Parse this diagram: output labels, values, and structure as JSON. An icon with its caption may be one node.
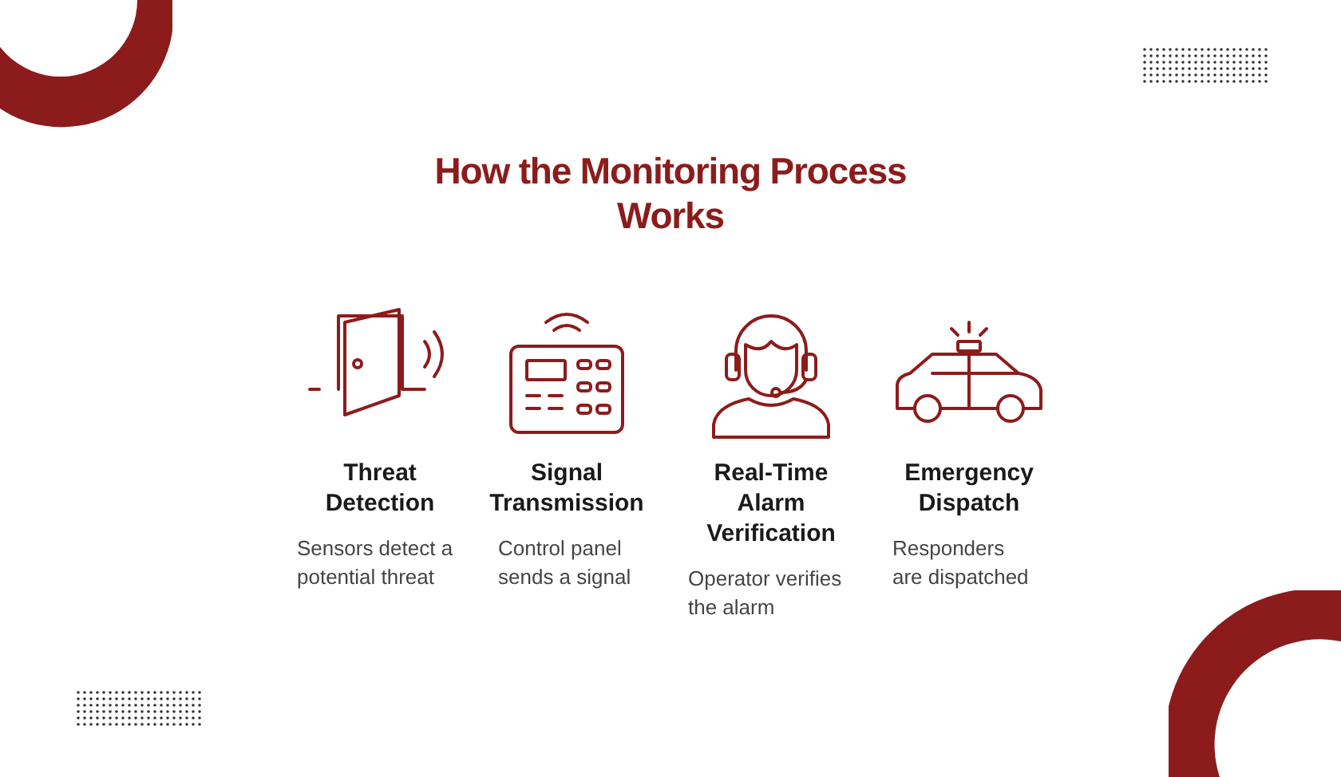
{
  "diagram": {
    "title": "How the Monitoring Process Works",
    "labels": [
      "Threat Detection",
      "Sensors detect a potential threat",
      "Signal Transmission",
      "Control panel sends a signal",
      "Real-Time Alarm Verification",
      "Operator verifies the alarm",
      "Emergency Dispatch",
      "Responders are dispatched"
    ]
  }
}
